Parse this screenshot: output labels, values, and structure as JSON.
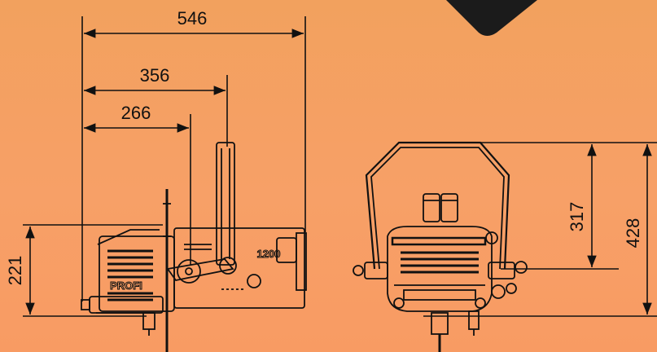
{
  "colors": {
    "background": "#f7a067",
    "line": "#111111"
  },
  "dimensions": {
    "total_length": "546",
    "length_to_handle": "356",
    "length_to_pivot": "266",
    "height_side": "221",
    "height_yoke": "317",
    "height_total": "428"
  },
  "fixture_labels": {
    "model": "1200",
    "brand": "PROFI"
  },
  "icons": {
    "corner": "dark-wedge-shape"
  }
}
